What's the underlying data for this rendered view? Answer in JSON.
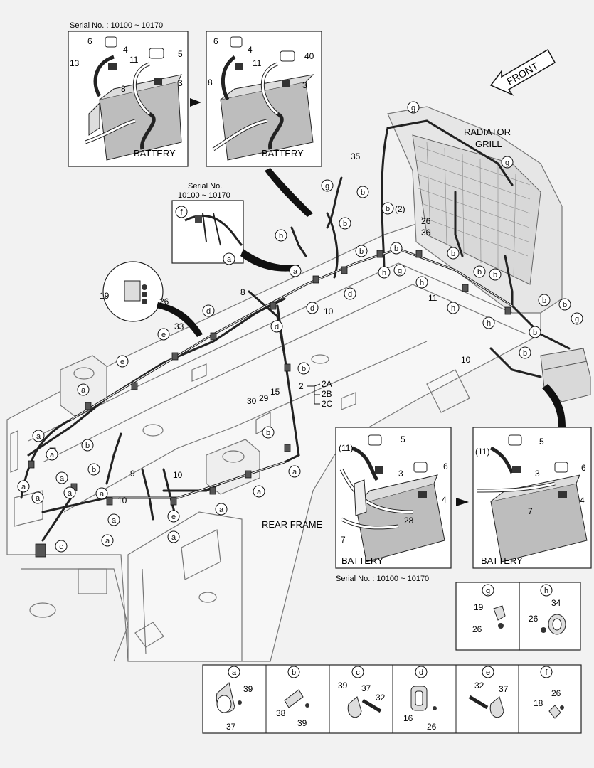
{
  "front_label": "FRONT",
  "radiator_label": [
    "RADIATOR",
    "GRILL"
  ],
  "rear_frame_label": "REAR FRAME",
  "battery_label": "BATTERY",
  "serial_top": "Serial No. : 10100 ~ 10170",
  "serial_small": [
    "Serial No.",
    "10100 ~ 10170"
  ],
  "serial_bottom": "Serial No. : 10100 ~ 10170",
  "inset_top_left": {
    "numbers": [
      "6",
      "4",
      "5",
      "13",
      "11",
      "3",
      "8"
    ]
  },
  "inset_top_right": {
    "numbers": [
      "6",
      "4",
      "40",
      "11",
      "3",
      "8"
    ]
  },
  "inset_bottom_left": {
    "numbers": [
      "5",
      "(11)",
      "3",
      "6",
      "4",
      "7",
      "28"
    ]
  },
  "inset_bottom_right": {
    "numbers": [
      "5",
      "(11)",
      "3",
      "6",
      "4",
      "7"
    ]
  },
  "main_numbers": [
    "35",
    "26",
    "36",
    "(2)",
    "11",
    "10",
    "8",
    "19",
    "26",
    "33",
    "10",
    "2",
    "2A",
    "2B",
    "2C",
    "15",
    "29",
    "30",
    "9",
    "10",
    "10"
  ],
  "detail_boxes": [
    {
      "letter": "g",
      "parts": [
        "19",
        "26"
      ]
    },
    {
      "letter": "h",
      "parts": [
        "34",
        "26"
      ]
    }
  ],
  "bottom_boxes": [
    {
      "letter": "a",
      "parts": [
        "39",
        "37"
      ]
    },
    {
      "letter": "b",
      "parts": [
        "38",
        "39"
      ]
    },
    {
      "letter": "c",
      "parts": [
        "39",
        "37",
        "32"
      ]
    },
    {
      "letter": "d",
      "parts": [
        "16",
        "26"
      ]
    },
    {
      "letter": "e",
      "parts": [
        "32",
        "37"
      ]
    },
    {
      "letter": "f",
      "parts": [
        "26",
        "18"
      ]
    }
  ]
}
